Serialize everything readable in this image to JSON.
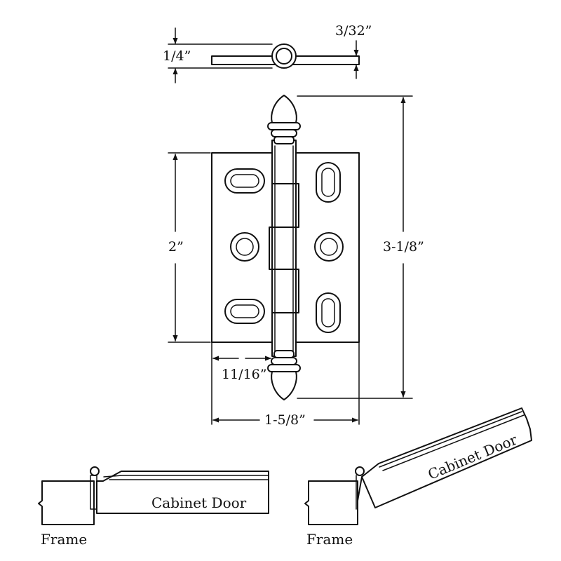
{
  "dimensions": {
    "leaf_thickness": "1/4”",
    "plate_thickness": "3/32”",
    "plate_height": "2”",
    "overall_height": "3-1/8”",
    "leaf_width": "11/16”",
    "overall_width": "1-5/8”"
  },
  "labels": {
    "door_closed": "Cabinet Door",
    "door_open": "Cabinet Door",
    "frame_left": "Frame",
    "frame_right": "Frame"
  },
  "colors": {
    "ink": "#111111",
    "background": "#ffffff"
  }
}
